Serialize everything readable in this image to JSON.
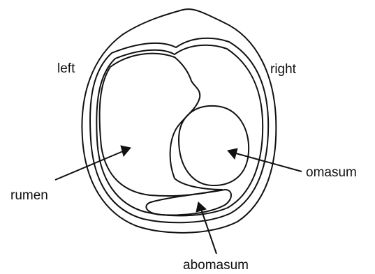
{
  "labels": {
    "left": "left",
    "right": "right",
    "rumen": "rumen",
    "omasum": "omasum",
    "abomasum": "abomasum"
  },
  "colors": {
    "line": "#111111",
    "background": "#ffffff"
  }
}
